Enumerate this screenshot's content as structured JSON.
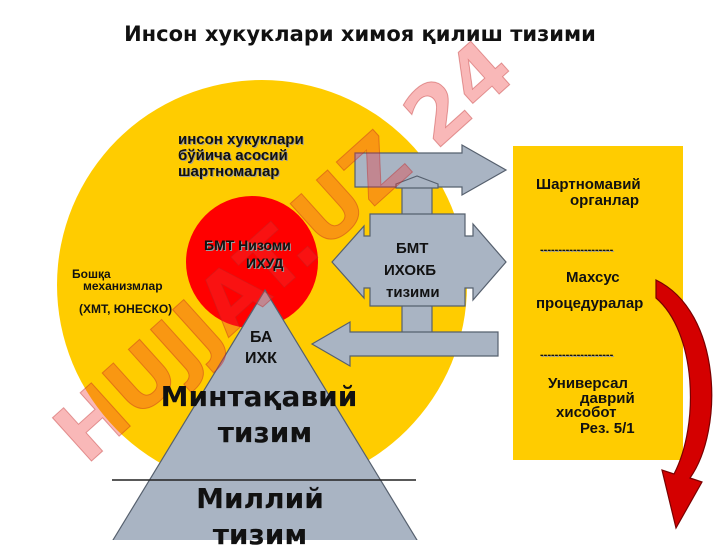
{
  "title": "Инсон хукуклари химоя қилиш тизими",
  "watermark": "HUJJAT.UZ 24",
  "colors": {
    "yellow": "#ffcc00",
    "red": "#ff0000",
    "arrow_gray": "#a9b4c3",
    "panel_yellow": "#ffcc00",
    "curved_arrow": "#d40000",
    "watermark": "#ee3333"
  },
  "core": {
    "line1": "инсон хукуклари",
    "line2": "бўйича асосий",
    "line3": "шартномалар",
    "un_system_line1": "БМТ Низоми",
    "un_system_line2": "ИХУД",
    "other_line1": "Бошқа",
    "other_line2": "механизмлар",
    "other_line3": "(ХМТ, ЮНЕСКО)",
    "ba_line1": "БА",
    "ba_line2": "ИХК"
  },
  "center_box": {
    "line1": "БМТ",
    "line2": "ИХОКБ",
    "line3": "тизими"
  },
  "panel": {
    "item1_line1": "Шартномавий",
    "item1_line2": "органлар",
    "divider1": "--------------------",
    "item2_line1": "Махсус",
    "item2_line2": "процедуралар",
    "divider2": "--------------------",
    "item3_line1": "Универсал",
    "item3_line2": "даврий",
    "item3_line3": "хисобот",
    "item3_line4": "Рез. 5/1"
  },
  "pyramid": {
    "regional_line1": "Минтақавий",
    "regional_line2": "тизим",
    "national_line1": "Миллий",
    "national_line2": "тизим"
  }
}
